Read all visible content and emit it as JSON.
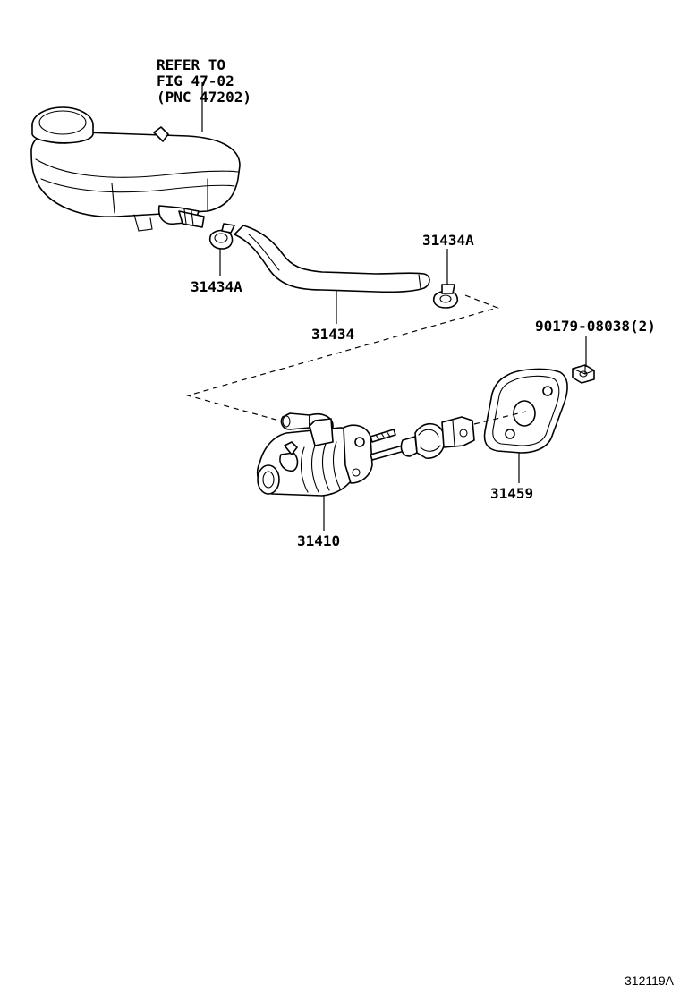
{
  "reference_note": {
    "line1": "REFER TO",
    "line2": "FIG 47-02",
    "line3": "(PNC 47202)"
  },
  "callouts": {
    "clip_left": "31434A",
    "clip_right": "31434A",
    "hose": "31434",
    "nut": "90179-08038(2)",
    "gasket": "31459",
    "master_cylinder": "31410"
  },
  "figure_id": "312119A"
}
